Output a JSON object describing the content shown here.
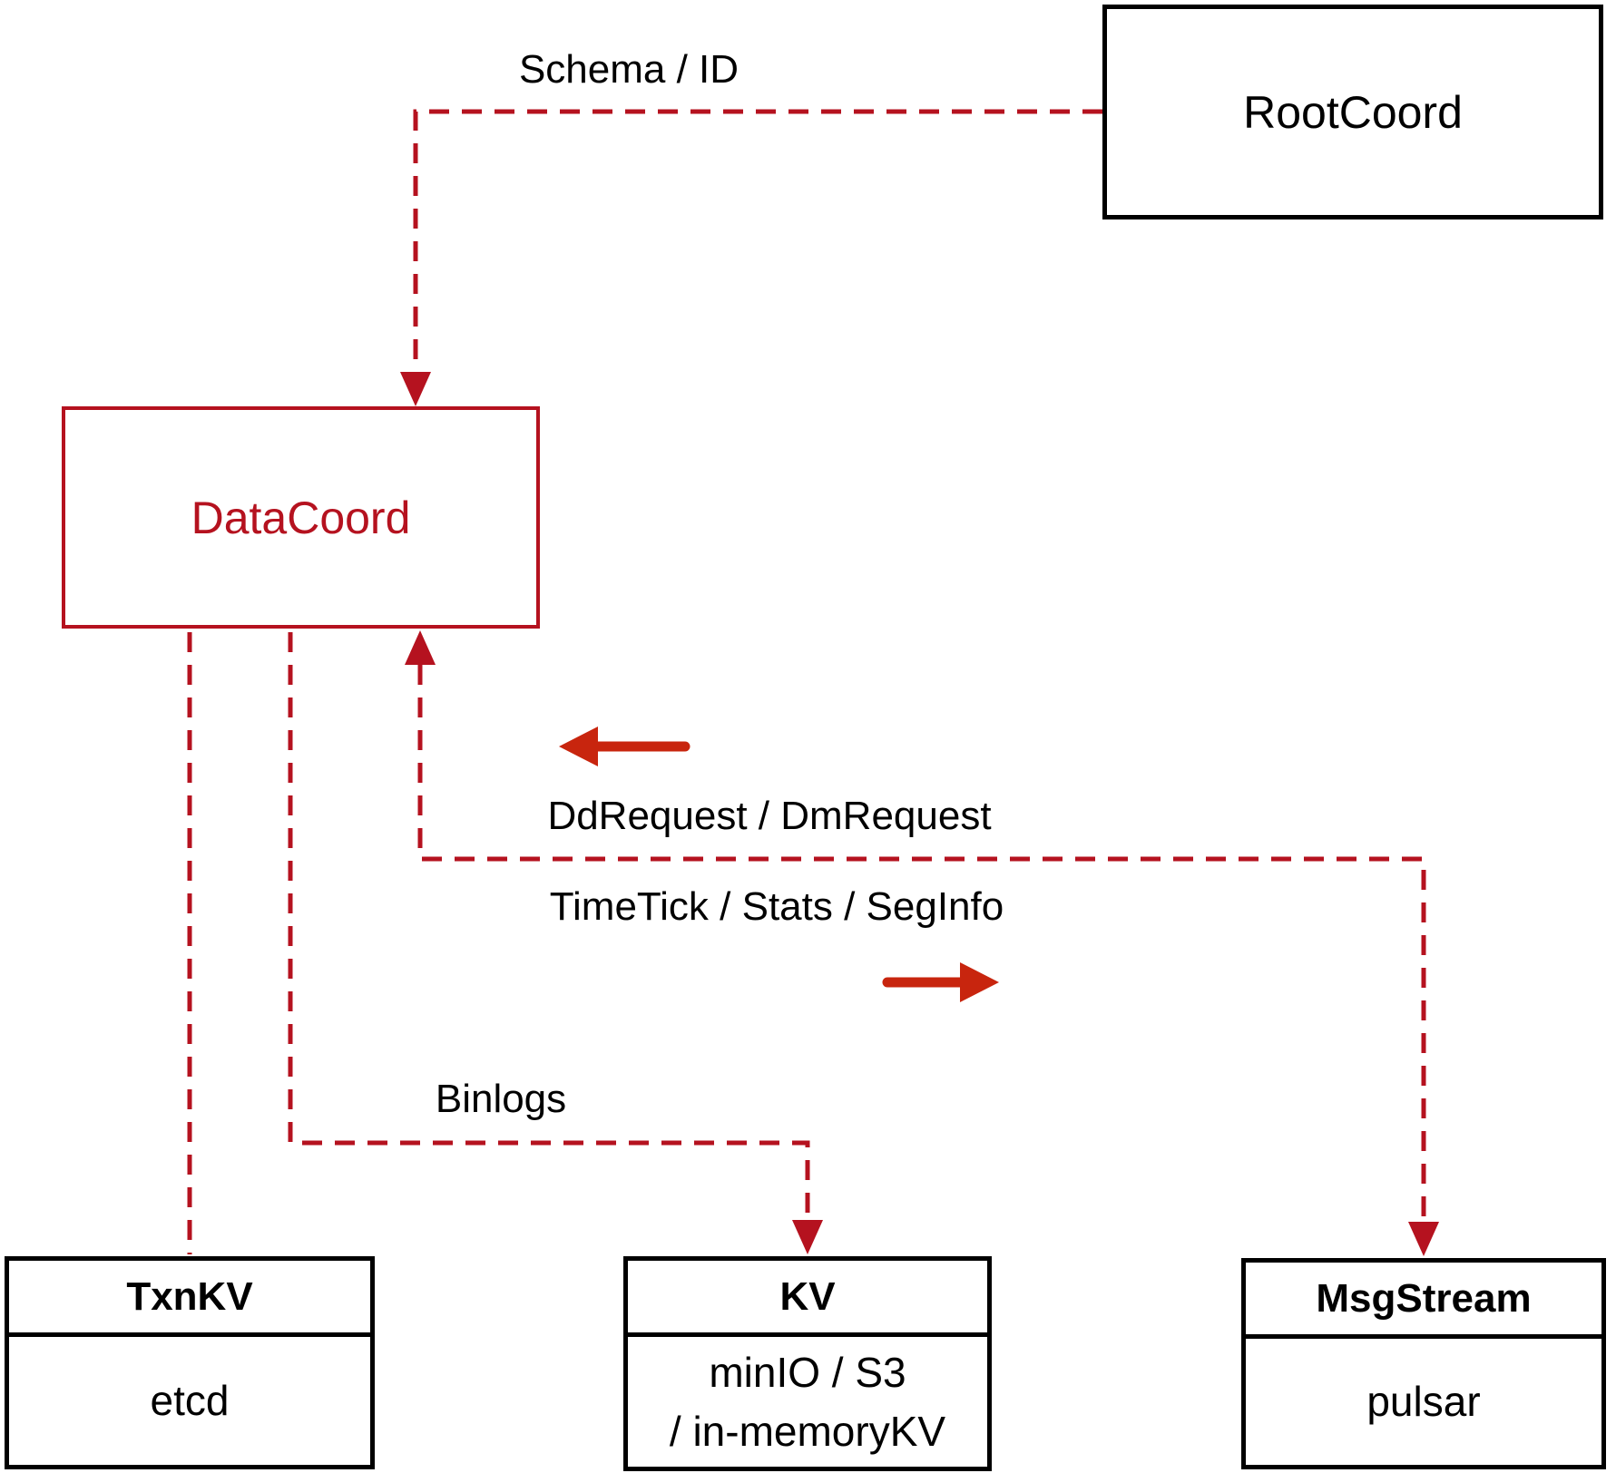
{
  "nodes": {
    "rootcoord": {
      "label": "RootCoord"
    },
    "datacoord": {
      "label": "DataCoord"
    },
    "txnkv": {
      "title": "TxnKV",
      "body": "etcd"
    },
    "kv": {
      "title": "KV",
      "body_line1": "minIO / S3",
      "body_line2": "/ in-memoryKV"
    },
    "msgstream": {
      "title": "MsgStream",
      "body": "pulsar"
    }
  },
  "edges": {
    "schema_id_label": "Schema / ID",
    "ddrequest_label": "DdRequest / DmRequest",
    "timetick_label": "TimeTick / Stats / SegInfo",
    "binlogs_label": "Binlogs"
  },
  "colors": {
    "dashed_red": "#b5121f",
    "solid_arrow_red": "#c8250e",
    "box_border": "#000000"
  }
}
